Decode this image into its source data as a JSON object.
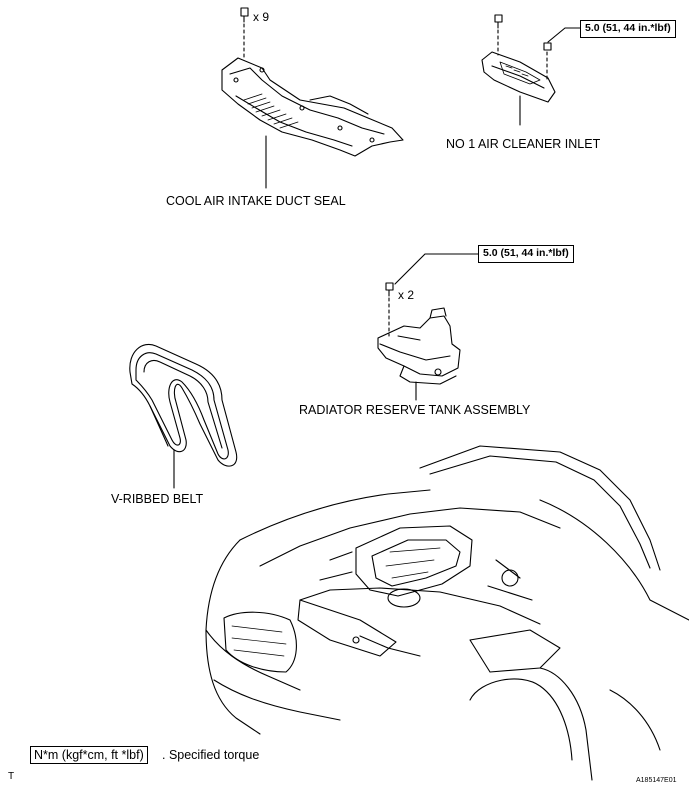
{
  "parts": {
    "cool_air_intake_duct_seal": "COOL AIR INTAKE DUCT SEAL",
    "no1_air_cleaner_inlet": "NO  1 AIR CLEANER INLET",
    "radiator_reserve_tank_assembly": "RADIATOR RESERVE TANK ASSEMBLY",
    "v_ribbed_belt": "V-RIBBED BELT"
  },
  "quantities": {
    "duct_seal_clips": "x 9",
    "reserve_tank_bolts": "x 2"
  },
  "torque_specs": {
    "air_cleaner_inlet": "5.0 (51, 44 in.*lbf)",
    "reserve_tank": "5.0 (51, 44 in.*lbf)"
  },
  "legend": {
    "unit_box": "N*m (kgf*cm, ft *lbf)",
    "description": ". Specified torque"
  },
  "footer": {
    "left_mark": "T",
    "figure_id": "A185147E01"
  }
}
